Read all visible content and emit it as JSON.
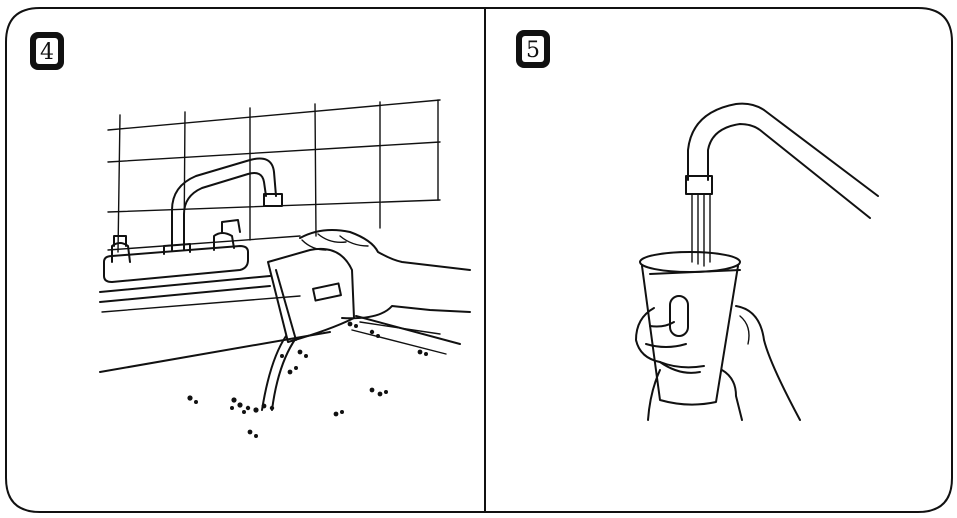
{
  "panels": [
    {
      "step_label": "4",
      "scene": "emptying-cup-into-sink"
    },
    {
      "step_label": "5",
      "scene": "rinsing-cup-under-faucet"
    }
  ],
  "colors": {
    "ink": "#111111",
    "background": "#ffffff"
  }
}
